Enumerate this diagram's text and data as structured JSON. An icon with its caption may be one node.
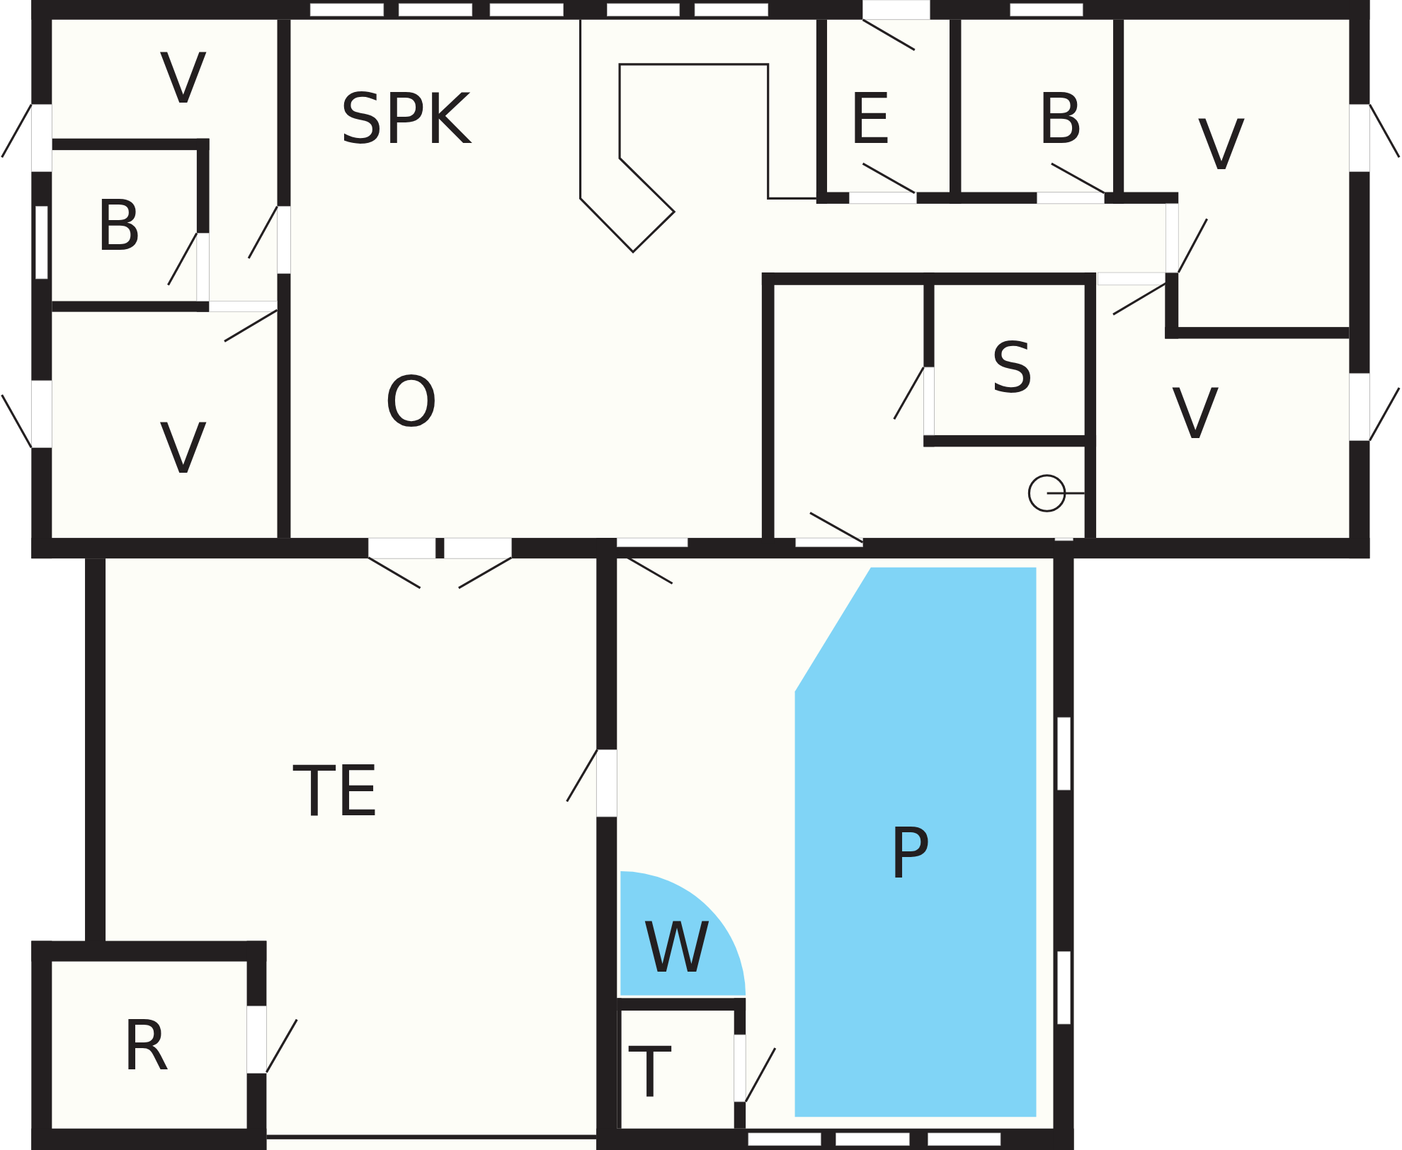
{
  "diagram": {
    "nodes": [
      {
        "text": [
          "V"
        ]
      },
      {
        "text": [
          "SPK"
        ]
      },
      {
        "text": [
          "E"
        ]
      },
      {
        "text": [
          "B"
        ]
      },
      {
        "text": [
          "V"
        ]
      },
      {
        "text": [
          "B"
        ]
      },
      {
        "text": [
          "S"
        ]
      },
      {
        "text": [
          "O"
        ]
      },
      {
        "text": [
          "V"
        ]
      },
      {
        "text": [
          "V"
        ]
      },
      {
        "text": [
          "TE"
        ]
      },
      {
        "text": [
          "P"
        ]
      },
      {
        "text": [
          "W"
        ]
      },
      {
        "text": [
          "R"
        ]
      },
      {
        "text": [
          "T"
        ]
      }
    ]
  }
}
